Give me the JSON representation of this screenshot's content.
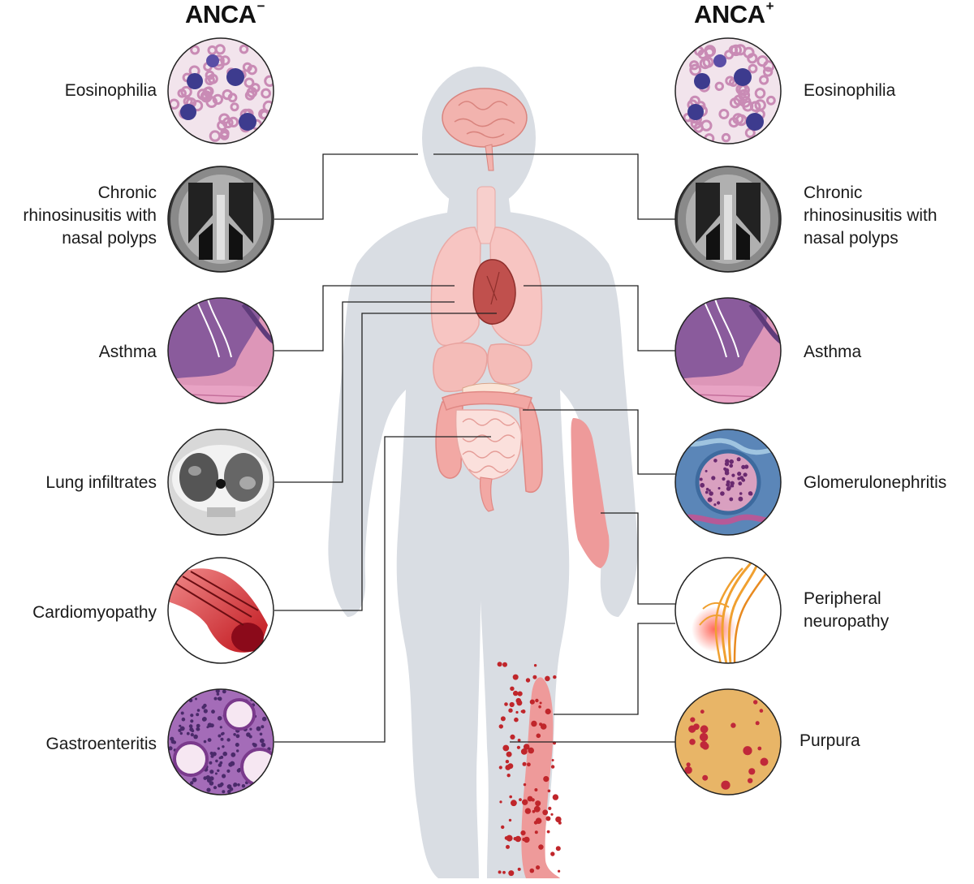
{
  "headers": {
    "left": {
      "text": "ANCA",
      "sign": "−"
    },
    "right": {
      "text": "ANCA",
      "sign": "+"
    }
  },
  "left_labels": [
    {
      "id": "eosinophilia",
      "lines": [
        "Eosinophilia"
      ]
    },
    {
      "id": "crs",
      "lines": [
        "Chronic",
        "rhinosinusitis with",
        "nasal polyps"
      ]
    },
    {
      "id": "asthma",
      "lines": [
        "Asthma"
      ]
    },
    {
      "id": "lung",
      "lines": [
        "Lung infiltrates"
      ]
    },
    {
      "id": "cardio",
      "lines": [
        "Cardiomyopathy"
      ]
    },
    {
      "id": "gastro",
      "lines": [
        "Gastroenteritis"
      ]
    }
  ],
  "right_labels": [
    {
      "id": "eosinophilia",
      "lines": [
        "Eosinophilia"
      ]
    },
    {
      "id": "crs",
      "lines": [
        "Chronic",
        "rhinosinusitis with",
        "nasal polyps"
      ]
    },
    {
      "id": "asthma",
      "lines": [
        "Asthma"
      ]
    },
    {
      "id": "glomerulo",
      "lines": [
        "Glomerulonephritis"
      ]
    },
    {
      "id": "neuropathy",
      "lines": [
        "Peripheral",
        "neuropathy"
      ]
    },
    {
      "id": "purpura",
      "lines": [
        "Purpura"
      ]
    }
  ],
  "colors": {
    "body": "#d9dde3",
    "organ": "#f4b8b4",
    "organ_dark": "#e8908c",
    "heart": "#c0504d",
    "limb": "#ee9a9a",
    "dot": "#c0262b",
    "connector": "#222222",
    "blood_bg": "#f2e4ec",
    "rbc": "#c98bb5",
    "eosinophil": "#3d3b8e",
    "ct_bg": "#3a3a3a",
    "histo_purple": "#8a5b9c",
    "histo_pink": "#dd96b8",
    "cardio_red": "#d8232a",
    "purpura_bg": "#e8b567",
    "glom_blue": "#5b86b8",
    "nerve": "#f0a030"
  }
}
